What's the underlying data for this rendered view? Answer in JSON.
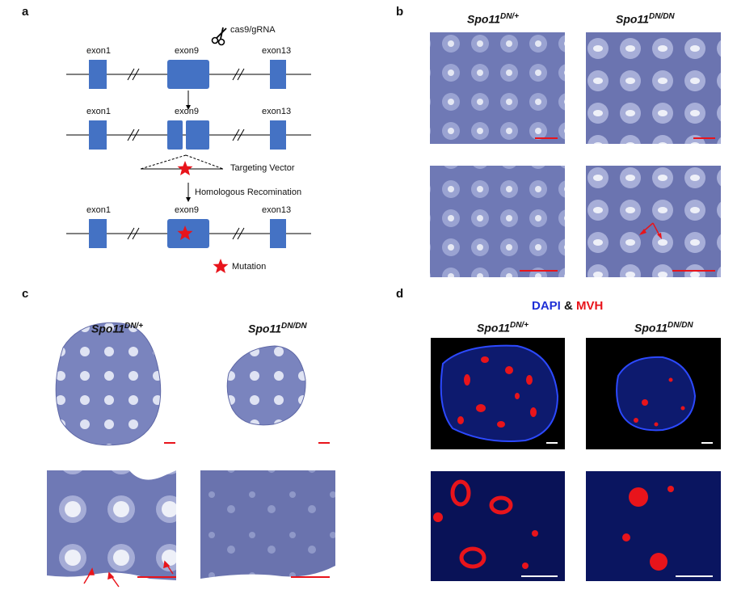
{
  "panels": {
    "a": {
      "label": "a",
      "exon1": "exon1",
      "exon9": "exon9",
      "exon13": "exon13",
      "cas9": "cas9/gRNA",
      "vector": "Targeting Vector",
      "recomb": "Homologous Recomination",
      "mutation": "Mutation"
    },
    "b": {
      "label": "b",
      "g1": "Spo11",
      "g1sup": "DN/+",
      "g2": "Spo11",
      "g2sup": "DN/DN"
    },
    "c": {
      "label": "c",
      "g1": "Spo11",
      "g1sup": "DN/+",
      "g2": "Spo11",
      "g2sup": "DN/DN"
    },
    "d": {
      "label": "d",
      "dapi": "DAPI",
      "amp": "&",
      "mvh": "MVH",
      "g1": "Spo11",
      "g1sup": "DN/+",
      "g2": "Spo11",
      "g2sup": "DN/DN"
    }
  },
  "colors": {
    "exon": "#4472c4",
    "mutation": "#e8141b",
    "dapi": "#1e2fd6",
    "mvh": "#e8141b",
    "scalebar_red": "#e8141b",
    "scalebar_white": "#ffffff",
    "he_tissue": "#6f79b5"
  }
}
